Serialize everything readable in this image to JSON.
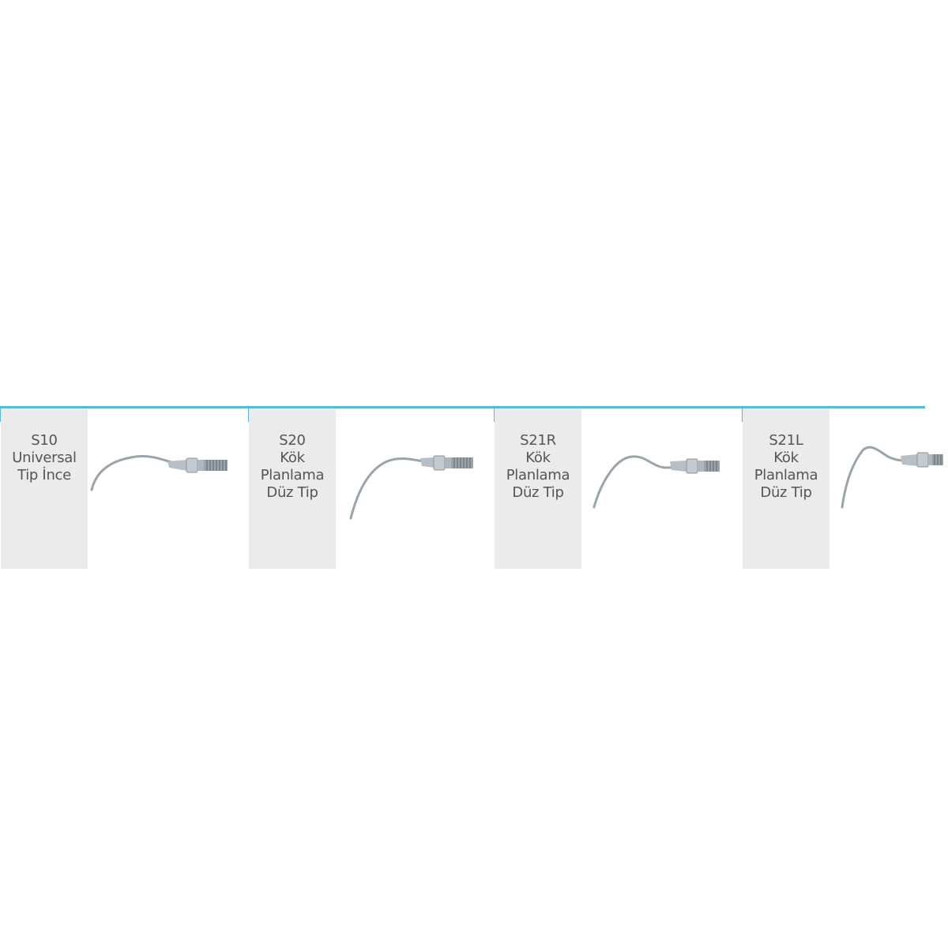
{
  "colors": {
    "accent": "#56b8e0",
    "box": "#ebebeb",
    "metal": "#a8b2ba",
    "metal_dark": "#7d868d"
  },
  "products": [
    {
      "lines": [
        "S10",
        "Universal",
        "Tip İnce"
      ],
      "icon": "scaler-tip-icon"
    },
    {
      "lines": [
        "S20",
        "Kök",
        "Planlama",
        "Düz Tip"
      ],
      "icon": "scaler-tip-icon"
    },
    {
      "lines": [
        "S21R",
        "Kök",
        "Planlama",
        "Düz Tip"
      ],
      "icon": "scaler-tip-icon"
    },
    {
      "lines": [
        "S21L",
        "Kök",
        "Planlama",
        "Düz Tip"
      ],
      "icon": "scaler-tip-icon"
    }
  ]
}
